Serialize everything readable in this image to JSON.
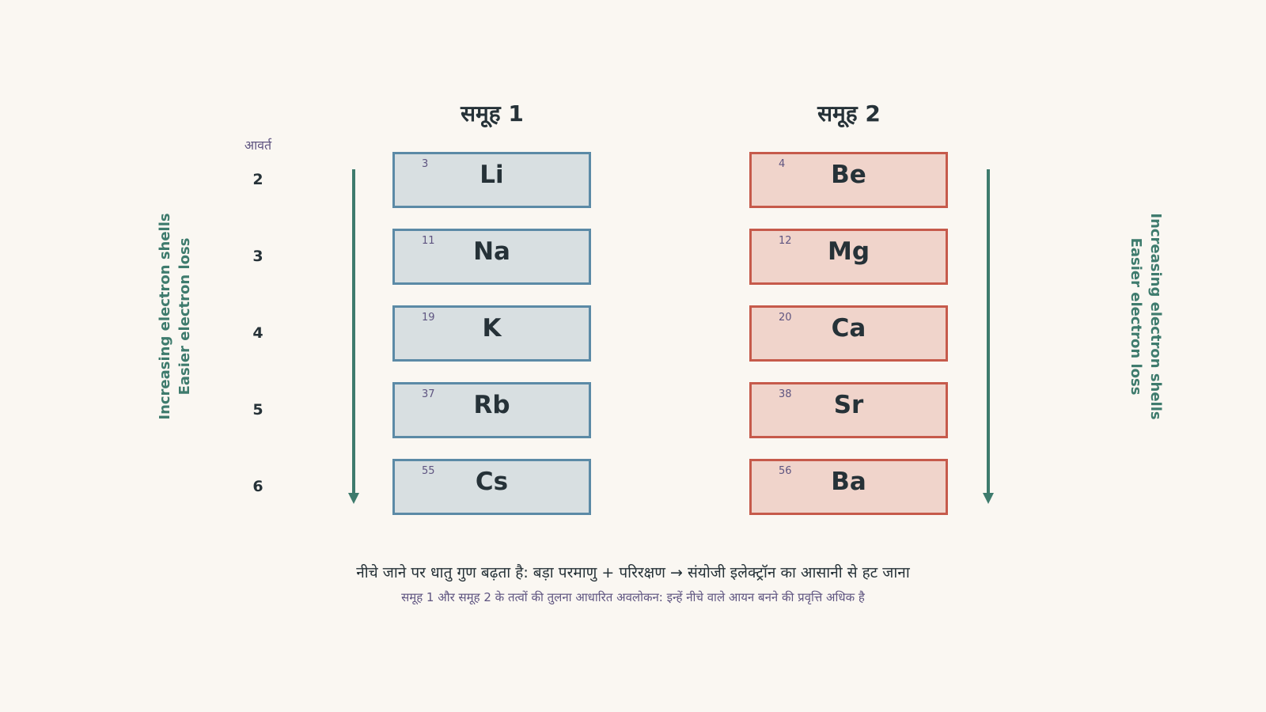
{
  "groups": [
    {
      "title": "समूह 1",
      "elements": [
        {
          "number": "3",
          "symbol": "Li"
        },
        {
          "number": "11",
          "symbol": "Na"
        },
        {
          "number": "19",
          "symbol": "K"
        },
        {
          "number": "37",
          "symbol": "Rb"
        },
        {
          "number": "55",
          "symbol": "Cs"
        }
      ]
    },
    {
      "title": "समूह 2",
      "elements": [
        {
          "number": "4",
          "symbol": "Be"
        },
        {
          "number": "12",
          "symbol": "Mg"
        },
        {
          "number": "20",
          "symbol": "Ca"
        },
        {
          "number": "38",
          "symbol": "Sr"
        },
        {
          "number": "56",
          "symbol": "Ba"
        }
      ]
    }
  ],
  "period_header": "आवर्त",
  "periods": [
    "2",
    "3",
    "4",
    "5",
    "6"
  ],
  "trend_labels": {
    "line1": "Increasing electron shells",
    "line2": "Easier electron loss"
  },
  "captions": {
    "main": "नीचे जाने पर धातु गुण बढ़ता है: बड़ा परमाणु + परिरक्षण → संयोजी इलेक्ट्रॉन का आसानी से हट जाना",
    "sub": "समूह 1 और समूह 2 के तत्वों की तुलना आधारित अवलोकन: इन्हें नीचे वाले आयन बनने की प्रवृत्ति अधिक है"
  },
  "colors": {
    "group1_fill": "#d8dfe1",
    "group1_border": "#5b8aa6",
    "group2_fill": "#f0d4cb",
    "group2_border": "#c65a4b",
    "arrow": "#3e7b6d"
  }
}
